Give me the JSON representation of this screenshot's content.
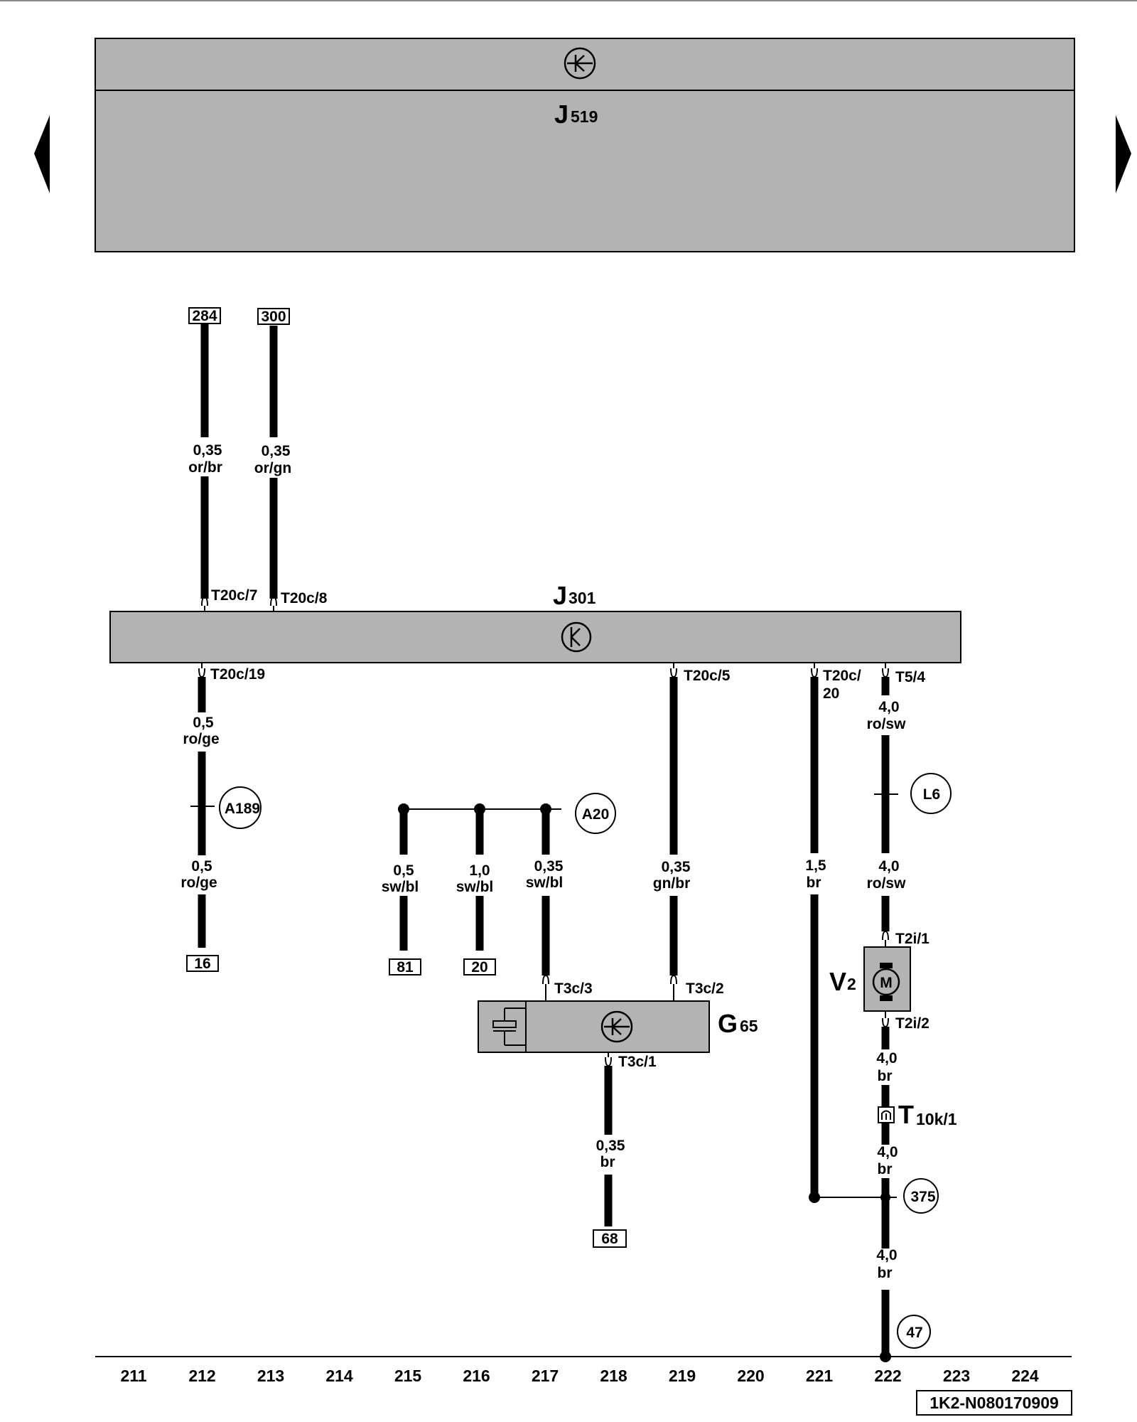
{
  "nav": {
    "prev": "previous-page",
    "next": "next-page"
  },
  "components": {
    "j519": {
      "letter": "J",
      "num": "519"
    },
    "j301": {
      "letter": "J",
      "num": "301"
    },
    "g65": {
      "letter": "G",
      "num": "65"
    },
    "v2": {
      "letter": "V",
      "num": "2",
      "motor": "M"
    },
    "t10k": {
      "letter": "T",
      "num": "10k/1"
    }
  },
  "pins": {
    "t20c7": "T20c/7",
    "t20c8": "T20c/8",
    "t20c19": "T20c/19",
    "t20c5": "T20c/5",
    "t20c20a": "T20c/",
    "t20c20b": "20",
    "t54": "T5/4",
    "t3c3": "T3c/3",
    "t3c2": "T3c/2",
    "t3c1": "T3c/1",
    "t2i1": "T2i/1",
    "t2i2": "T2i/2"
  },
  "wires": {
    "w284_size": "0,35",
    "w284_color": "or/br",
    "w300_size": "0,35",
    "w300_color": "or/gn",
    "wa189t_size": "0,5",
    "wa189t_color": "ro/ge",
    "wa189b_size": "0,5",
    "wa189b_color": "ro/ge",
    "w81_size": "0,5",
    "w81_color": "sw/bl",
    "w20_size": "1,0",
    "w20_color": "sw/bl",
    "wt3c3_size": "0,35",
    "wt3c3_color": "sw/bl",
    "wt20c5_size": "0,35",
    "wt20c5_color": "gn/br",
    "wt20c20_size": "1,5",
    "wt20c20_color": "br",
    "wl6t_size": "4,0",
    "wl6t_color": "ro/sw",
    "wl6b_size": "4,0",
    "wl6b_color": "ro/sw",
    "wv2_size": "4,0",
    "wv2_color": "br",
    "wt10k_size": "4,0",
    "wt10k_color": "br",
    "w375_size": "4,0",
    "w375_color": "br",
    "wt3c1_size": "0,35",
    "wt3c1_color": "br"
  },
  "refs": {
    "r284": "284",
    "r300": "300",
    "r16": "16",
    "r81": "81",
    "r20": "20",
    "r68": "68"
  },
  "circles": {
    "a189": "A189",
    "a20": "A20",
    "l6": "L6",
    "c375": "375",
    "c47": "47"
  },
  "columns": [
    "211",
    "212",
    "213",
    "214",
    "215",
    "216",
    "217",
    "218",
    "219",
    "220",
    "221",
    "222",
    "223",
    "224"
  ],
  "doc_id": "1K2-N080170909",
  "colors": {
    "module_fill": "#b3b3b3",
    "wire": "#000000"
  }
}
